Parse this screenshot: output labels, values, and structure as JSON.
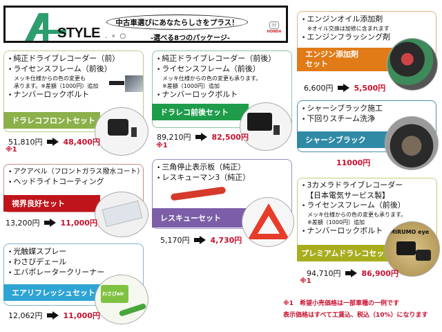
{
  "header": {
    "logo_a": "A",
    "logo_text": "STYLE",
    "tagline": "中古車選びにあなたらしさをプラス！",
    "subtitle": "-選べる8つのパッケージ-",
    "brand": "HONDA",
    "brand_mark": "H"
  },
  "colors": {
    "logo_green": "#2e9e6e",
    "price_red": "#c8102e",
    "band_front": "#8cb04a",
    "band_both": "#1e9c4a",
    "band_engine": "#e07b17",
    "band_chassis": "#2f8aa5",
    "band_visibility": "#c0141b",
    "band_rescue": "#7b5ea7",
    "band_premium": "#a8ad1e",
    "band_air": "#2ea4d4"
  },
  "packages": {
    "front": {
      "items": [
        "純正ドライブレコーダー（前）",
        "ライセンスフレーム（前後）",
        "ナンバーロックボルト"
      ],
      "note1": "メッキ仕様からの色の変更も",
      "note2": "承ります。※差額（1000円）追加",
      "title": "ドラレコフロントセット",
      "old_price": "51,810円",
      "new_price": "48,400円",
      "mark": "※1"
    },
    "both": {
      "items": [
        "純正ドライブレコーダー（前後）",
        "ライセンスフレーム（前後）",
        "ナンバーロックボルト"
      ],
      "note1": "メッキ仕様からの色の変更も承ります。",
      "note2": "※差額（1000円）追加",
      "title": "ドラレコ前後セット",
      "old_price": "89,210円",
      "new_price": "82,500円",
      "mark": "※1"
    },
    "engine": {
      "items": [
        "エンジンオイル添加剤",
        "エンジンフラッシング剤"
      ],
      "note1": "※オイル交換は加修に含まれます",
      "title_line1": "エンジン添加剤",
      "title_line2": "セット",
      "old_price": "6,600円",
      "new_price": "5,500円"
    },
    "chassis": {
      "items": [
        "シャーシブラック施工",
        "下回りスチーム洗浄"
      ],
      "title": "シャーシブラック",
      "price": "11000円"
    },
    "visibility": {
      "items": [
        "アクアペル（フロントガラス撥水コート）",
        "ヘッドライトコーティング"
      ],
      "title": "視界良好セット",
      "old_price": "13,200円",
      "new_price": "11,000円"
    },
    "rescue": {
      "items": [
        "三角停止表示板（純正）",
        "レスキューマン3（純正）"
      ],
      "title": "レスキューセット",
      "old_price": "5,170円",
      "new_price": "4,730円"
    },
    "premium": {
      "items": [
        "3カメラドライブレコーダー",
        "ライセンスフレーム（前後）",
        "ナンバーロックボルト"
      ],
      "item1_sub": "【日本電気サービス製】",
      "note1": "メッキ仕様からの色の変更も承ります。",
      "note2": "※差額（1000円）追加",
      "title": "プレミアムドラレコセット",
      "product_label": "MIRUMO eye",
      "old_price": "94,710円",
      "new_price": "86,900円",
      "mark": "※1"
    },
    "air": {
      "items": [
        "光触媒スプレー",
        "わさびデェール",
        "エバポレータークリーナー"
      ],
      "title": "エアリフレッシュセット",
      "product_label": "わさびair",
      "old_price": "12,062円",
      "new_price": "11,000円"
    }
  },
  "footnotes": {
    "line1": "※1　希望小売価格は一部車種の一例です",
    "line2": "表示価格はすべて工賃込、税込（10%）になります"
  }
}
